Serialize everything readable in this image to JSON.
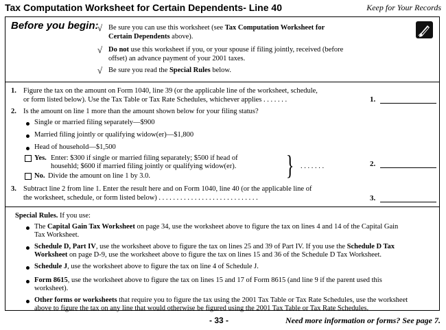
{
  "header": {
    "title": "Tax Computation Worksheet for Certain Dependents- Line 40",
    "keep": "Keep for Your Records"
  },
  "before": {
    "heading": "Before you begin:",
    "check_glyph": "√",
    "item1a": "Be sure you can use this worksheet (see ",
    "item1b": "Tax Computation Worksheet for",
    "item1c": "Certain Dependents",
    "item1d": " above).",
    "item2a": "Do not",
    "item2b": " use this worksheet if you, or your spouse if filing jointly, received (before",
    "item2c": "offset) an advance payment of your 2001 taxes.",
    "item3a": "Be sure you read the ",
    "item3b": "Special Rules",
    "item3c": " below."
  },
  "lines": {
    "n1": "1.",
    "l1a": "Figure the tax on the amount on Form 1040, line 39 (or the applicable line of the worksheet, schedule,",
    "l1b": "or form listed below). Use the Tax Table or Tax Rate Schedules, whichever applies . . . . . . .",
    "lab1": "1.",
    "n2": "2.",
    "l2": "Is the amount on line 1 more than the amount shown below for your filing status?",
    "b1": "Single or married filing separately—$900",
    "b2": "Married filing jointly or qualifying widow(er)—$1,800",
    "b3": "Head of household—$1,500",
    "yes_label": "Yes.",
    "yes_text_a": "Enter: $300 if single or married filing separately; $500 if head of",
    "yes_text_b": "househld; $600 if married filing jointly or qualifying widow(er).",
    "no_label": "No.",
    "no_text": "Divide the amount on line 1 by 3.0.",
    "brace": "}",
    "dots2": ". . . . . . .",
    "lab2": "2.",
    "n3": "3.",
    "l3a": "Subtract line 2 from line 1. Enter the result here and on Form 1040, line 40 (or the applicable line of",
    "l3b": "the worksheet, schedule, or form listed below) . . . . . . . . . . . . . . . . . . . . . . . . . . . .",
    "lab3": "3."
  },
  "special": {
    "heading": "Special Rules.",
    "heading_rest": " If you use:",
    "r1_bold": "Capital Gain Tax Worksheet",
    "r1_pre": "The ",
    "r1a": " on page 34, use the worksheet above to figure the tax on lines 4 and 14 of the Capital Gain",
    "r1b": "Tax Worksheet.",
    "r2_bold": "Schedule D, Part IV",
    "r2a": ", use the worksheet above to figure the tax on lines 25 and 39 of Part IV. If you use the ",
    "r2_bold2": "Schedule D Tax",
    "r2_bold3": "Worksheet",
    "r2b": " on page D-9, use the worksheet above to figure the tax on lines 15 and 36 of the Schedule D Tax Worksheet.",
    "r3_bold": "Schedule J",
    "r3a": ", use the worksheet above to figure the tax on line 4 of Schedule J.",
    "r4_bold": "Form 8615",
    "r4a": ", use the worksheet above to figure the tax on lines 15 and 17 of Form 8615 (and line 9 if the parent used this",
    "r4b": "worksheet).",
    "r5_bold": "Other forms or worksheets",
    "r5a": " that require you to figure the tax using the 2001 Tax Table or Tax Rate Schedules, use the worksheet",
    "r5b": "above to figure the tax on any line that would otherwise be figured using the 2001 Tax Table or Tax Rate Schedules."
  },
  "footer": {
    "page": "- 33 -",
    "need": "Need more information or forms? See page 7."
  }
}
